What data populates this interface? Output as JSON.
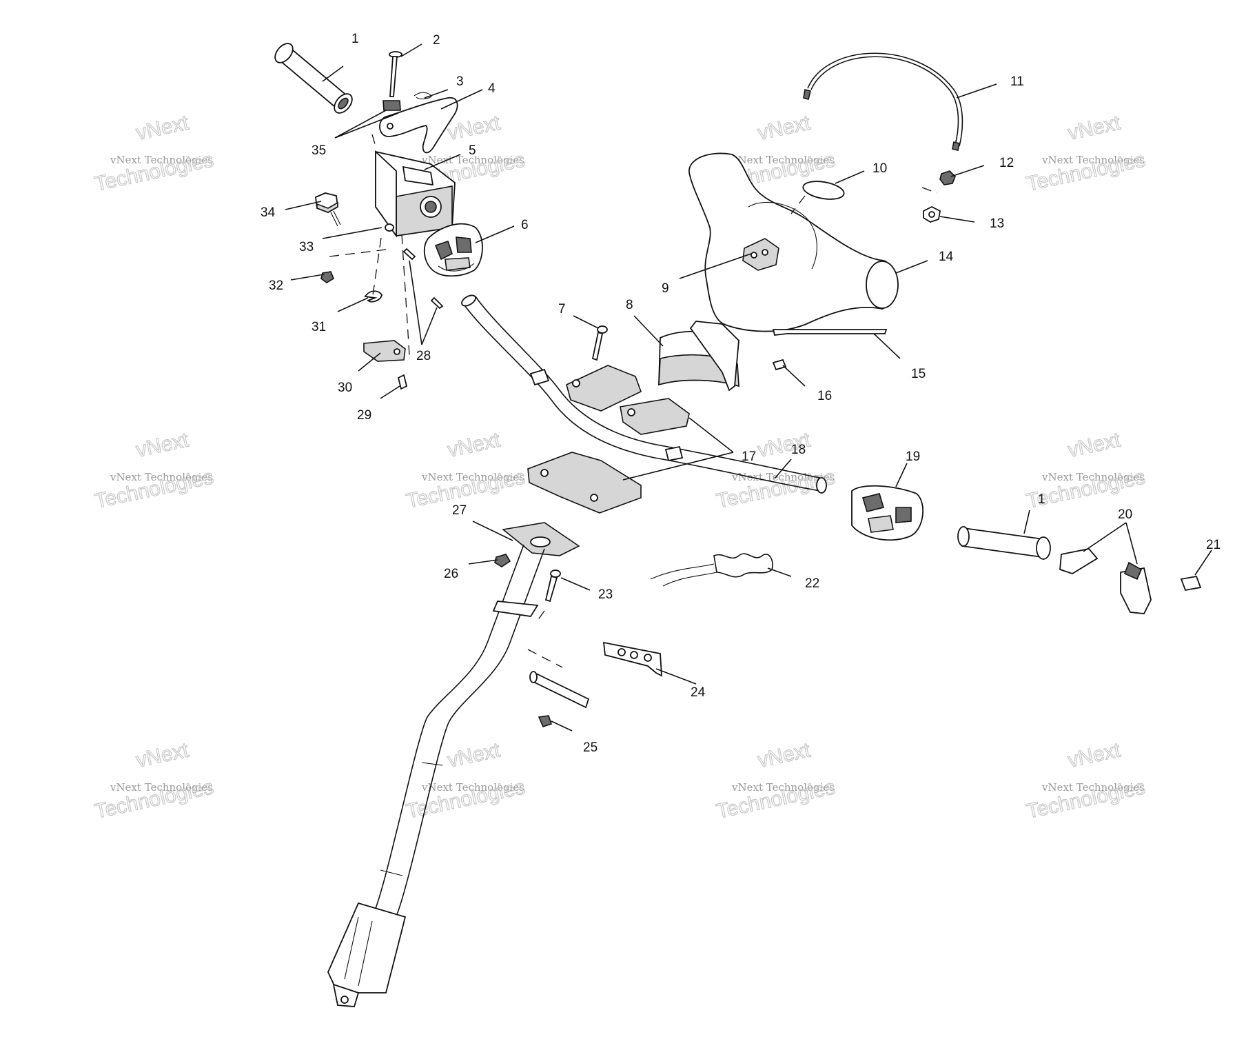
{
  "watermark": {
    "line1": "vNext",
    "line2": "vNext Technologies",
    "line3": "Technologies"
  },
  "callouts": [
    {
      "id": "c1a",
      "label": "1"
    },
    {
      "id": "c2",
      "label": "2"
    },
    {
      "id": "c3",
      "label": "3"
    },
    {
      "id": "c4",
      "label": "4"
    },
    {
      "id": "c35",
      "label": "35"
    },
    {
      "id": "c5",
      "label": "5"
    },
    {
      "id": "c34",
      "label": "34"
    },
    {
      "id": "c33",
      "label": "33"
    },
    {
      "id": "c6",
      "label": "6"
    },
    {
      "id": "c32",
      "label": "32"
    },
    {
      "id": "c31",
      "label": "31"
    },
    {
      "id": "c28",
      "label": "28"
    },
    {
      "id": "c30",
      "label": "30"
    },
    {
      "id": "c29",
      "label": "29"
    },
    {
      "id": "c7",
      "label": "7"
    },
    {
      "id": "c8",
      "label": "8"
    },
    {
      "id": "c9",
      "label": "9"
    },
    {
      "id": "c10",
      "label": "10"
    },
    {
      "id": "c11",
      "label": "11"
    },
    {
      "id": "c12",
      "label": "12"
    },
    {
      "id": "c13",
      "label": "13"
    },
    {
      "id": "c14",
      "label": "14"
    },
    {
      "id": "c15",
      "label": "15"
    },
    {
      "id": "c16",
      "label": "16"
    },
    {
      "id": "c17",
      "label": "17"
    },
    {
      "id": "c18",
      "label": "18"
    },
    {
      "id": "c19",
      "label": "19"
    },
    {
      "id": "c1b",
      "label": "1"
    },
    {
      "id": "c20",
      "label": "20"
    },
    {
      "id": "c21",
      "label": "21"
    },
    {
      "id": "c22",
      "label": "22"
    },
    {
      "id": "c27",
      "label": "27"
    },
    {
      "id": "c26",
      "label": "26"
    },
    {
      "id": "c23",
      "label": "23"
    },
    {
      "id": "c24",
      "label": "24"
    },
    {
      "id": "c25",
      "label": "25"
    }
  ]
}
